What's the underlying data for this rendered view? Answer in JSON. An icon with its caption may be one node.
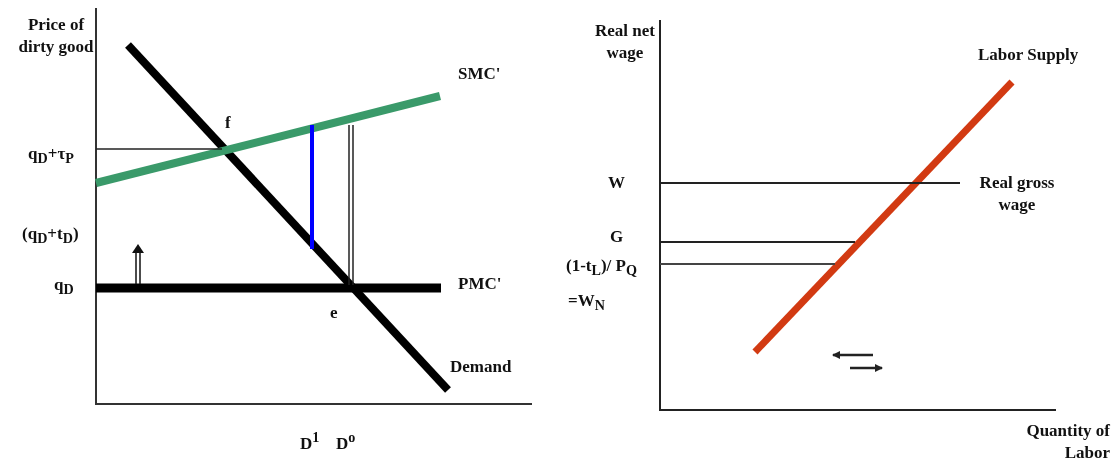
{
  "diagram": {
    "labels": [
      "Price of dirty good",
      "SMC'",
      "f",
      "q$_{D}$+τ$_{P}$",
      "(q$_{D}$+t$_{D}$)",
      "q$_{D}$",
      "PMC'",
      "e",
      "Demand",
      "D$^{1}$",
      "D$^{o}$",
      "Real net wage",
      "Labor Supply",
      "W",
      "Real gross wage",
      "G",
      "(1-t$_{L}$)/ P$_{Q}$",
      "=W$_{N}$",
      "Quantity of Labor"
    ]
  }
}
